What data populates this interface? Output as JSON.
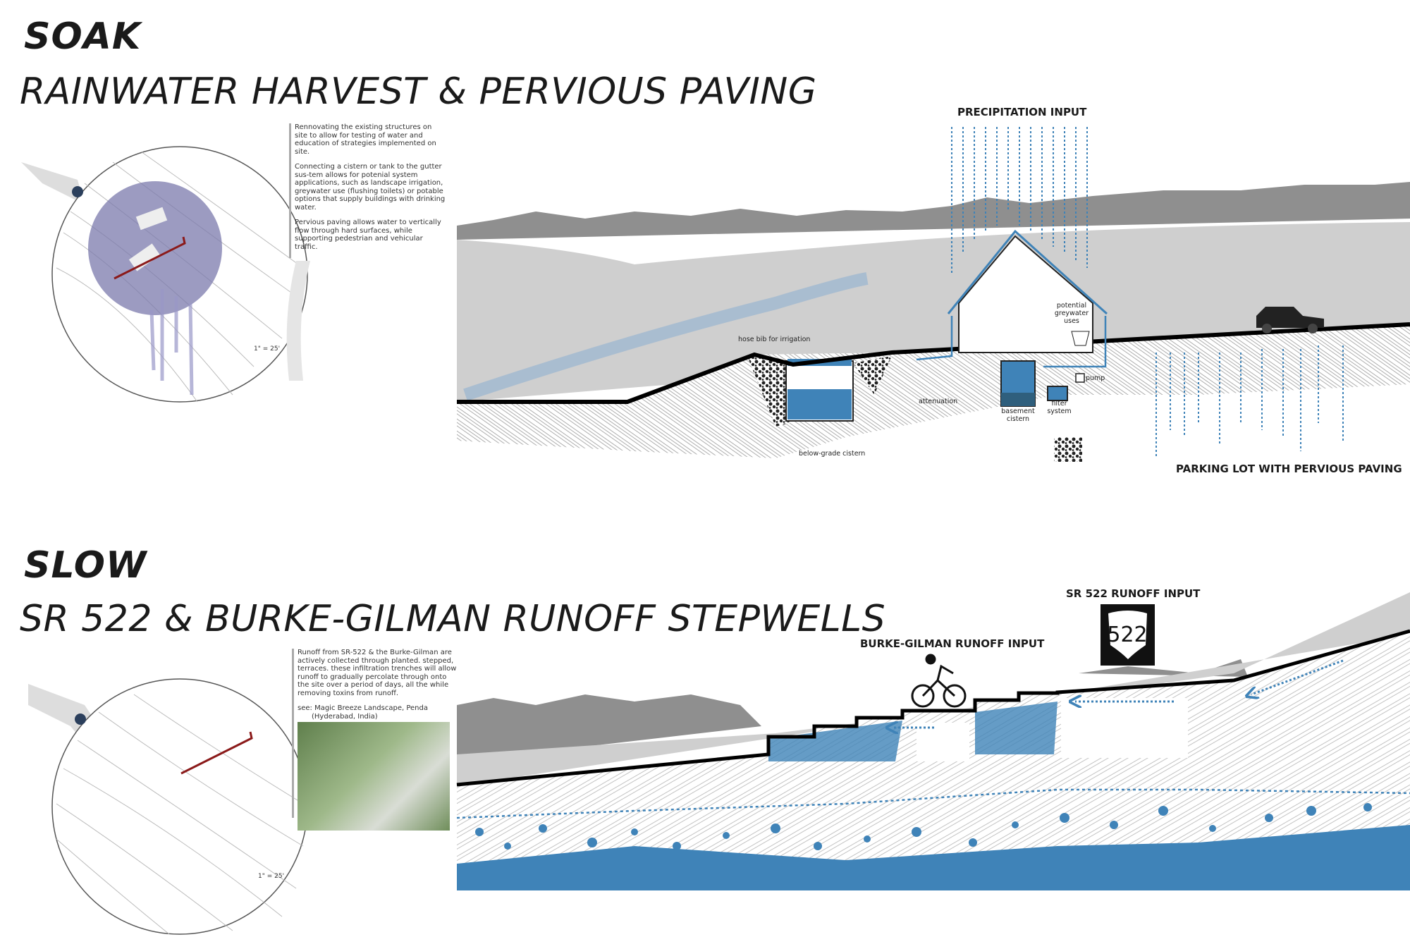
{
  "soak": {
    "heading": "SOAK",
    "title": "RAINWATER HARVEST & PERVIOUS PAVING",
    "paragraphs": [
      "Rennovating the existing structures on site to allow for testing of water and education of strategies implemented on site.",
      "Connecting a cistern or tank to the gutter sus-tem allows for potenial system applications, such as landscape irrigation, greywater use (flushing toilets) or potable options that supply buildings with drinking water.",
      "Pervious paving allows water to vertically flow through hard surfaces, while supporting pedestrian and vehicular traffic."
    ],
    "scale": "1\" = 25'",
    "labels": {
      "precipitation": "PRECIPITATION INPUT",
      "parking": "PARKING LOT WITH PERVIOUS PAVING",
      "hose_bib": "hose bib for irrigation",
      "below_grade": "below-grade cistern",
      "attenuation": "attenuation",
      "greywater": "potential greywater uses",
      "pump": "pump",
      "basement": "basement cistern",
      "filter": "filter system"
    }
  },
  "slow": {
    "heading": "SLOW",
    "title": "SR 522 & BURKE-GILMAN RUNOFF STEPWELLS",
    "paragraph": "Runoff from SR-522 & the Burke-Gilman are actively collected through planted. stepped, terraces. these infiltration trenches will allow runoff to gradually percolate through onto the site over a period of days, all the while removing toxins from runoff.",
    "reference": "see: Magic Breeze Landscape, Penda",
    "reference_location": "(Hyderabad, India)",
    "scale": "1\" = 25'",
    "labels": {
      "burke": "BURKE-GILMAN RUNOFF INPUT",
      "sr522": "SR 522 RUNOFF INPUT",
      "shield_number": "522"
    }
  },
  "colors": {
    "water": "#3f83b8",
    "ground": "#cfcfcf",
    "trees": "#8a8a8a",
    "path": "#8b1a1a"
  }
}
